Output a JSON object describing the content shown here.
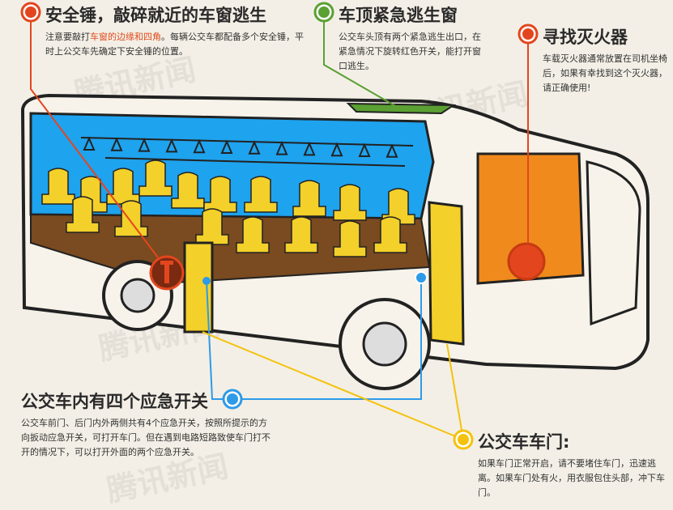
{
  "watermark": "腾讯新闻",
  "colors": {
    "red": "#e3461e",
    "green": "#5aa032",
    "blue": "#2e9ae8",
    "yellow": "#f4c20d",
    "window": "#1ea3ee",
    "seat": "#f3d02a",
    "floor": "#7a4a20",
    "front": "#f08a1c"
  },
  "callouts": {
    "hammer": {
      "title": "安全锤，敲碎就近的车窗逃生",
      "desc_pre": "注意要敲打",
      "desc_hl": "车窗的边缘和四角",
      "desc_post": "。每辆公交车都配备多个安全锤，平时上公交车先确定下安全锤的位置。"
    },
    "roof": {
      "title": "车顶紧急逃生窗",
      "desc": "公交车头顶有两个紧急逃生出口，在紧急情况下旋转红色开关，能打开窗口逃生。"
    },
    "extinguisher": {
      "title": "寻找灭火器",
      "desc": "车载灭火器通常放置在司机坐椅后，如果有幸找到这个灭火器，请正确使用!"
    },
    "switch": {
      "title": "公交车内有四个应急开关",
      "desc": "公交车前门、后门内外两侧共有4个应急开关，按照所提示的方向扳动应急开关，可打开车门。但在遇到电路短路致使车门打不开的情况下，可以打开外面的两个应急开关。"
    },
    "door": {
      "title": "公交车车门:",
      "desc": "如果车门正常开启，请不要堵住车门，迅速逃离。如果车门处有火，用衣服包住头部，冲下车门。"
    }
  }
}
